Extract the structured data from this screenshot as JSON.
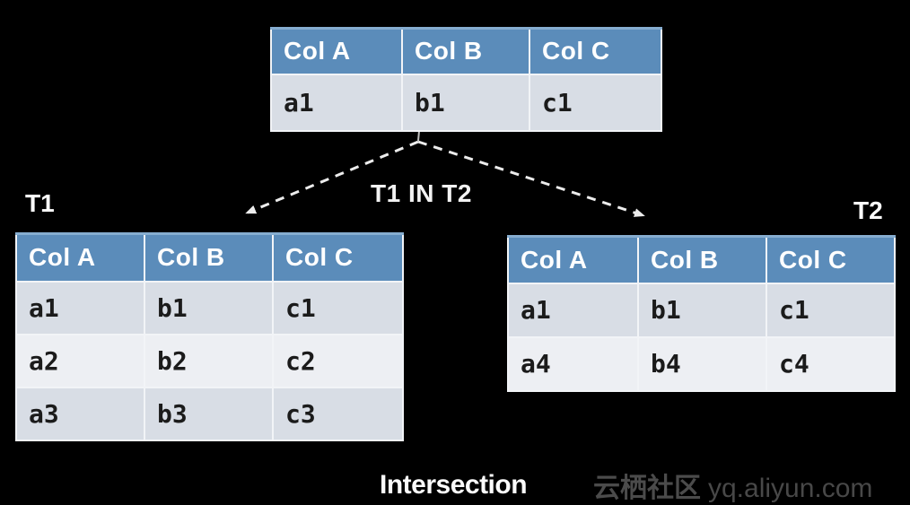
{
  "colors": {
    "background": "#000000",
    "header_bg": "#5b8cba",
    "header_top_edge": "#86add0",
    "header_text": "#ffffff",
    "row_dark": "#d8dde5",
    "row_light": "#edeff3",
    "cell_text": "#1b1b1b",
    "border": "#f2f4f7",
    "arrow": "#ececec",
    "watermark": "#4b4b4b"
  },
  "diagram": {
    "relation_label": "T1 IN T2",
    "operation_label": "Intersection"
  },
  "tables": {
    "result": {
      "headers": [
        "Col A",
        "Col B",
        "Col C"
      ],
      "rows": [
        [
          "a1",
          "b1",
          "c1"
        ]
      ]
    },
    "t1": {
      "label": "T1",
      "headers": [
        "Col A",
        "Col B",
        "Col C"
      ],
      "rows": [
        [
          "a1",
          "b1",
          "c1"
        ],
        [
          "a2",
          "b2",
          "c2"
        ],
        [
          "a3",
          "b3",
          "c3"
        ]
      ]
    },
    "t2": {
      "label": "T2",
      "headers": [
        "Col A",
        "Col B",
        "Col C"
      ],
      "rows": [
        [
          "a1",
          "b1",
          "c1"
        ],
        [
          "a4",
          "b4",
          "c4"
        ]
      ]
    }
  },
  "watermark": {
    "site_name": "云栖社区",
    "site_url": "yq.aliyun.com"
  }
}
